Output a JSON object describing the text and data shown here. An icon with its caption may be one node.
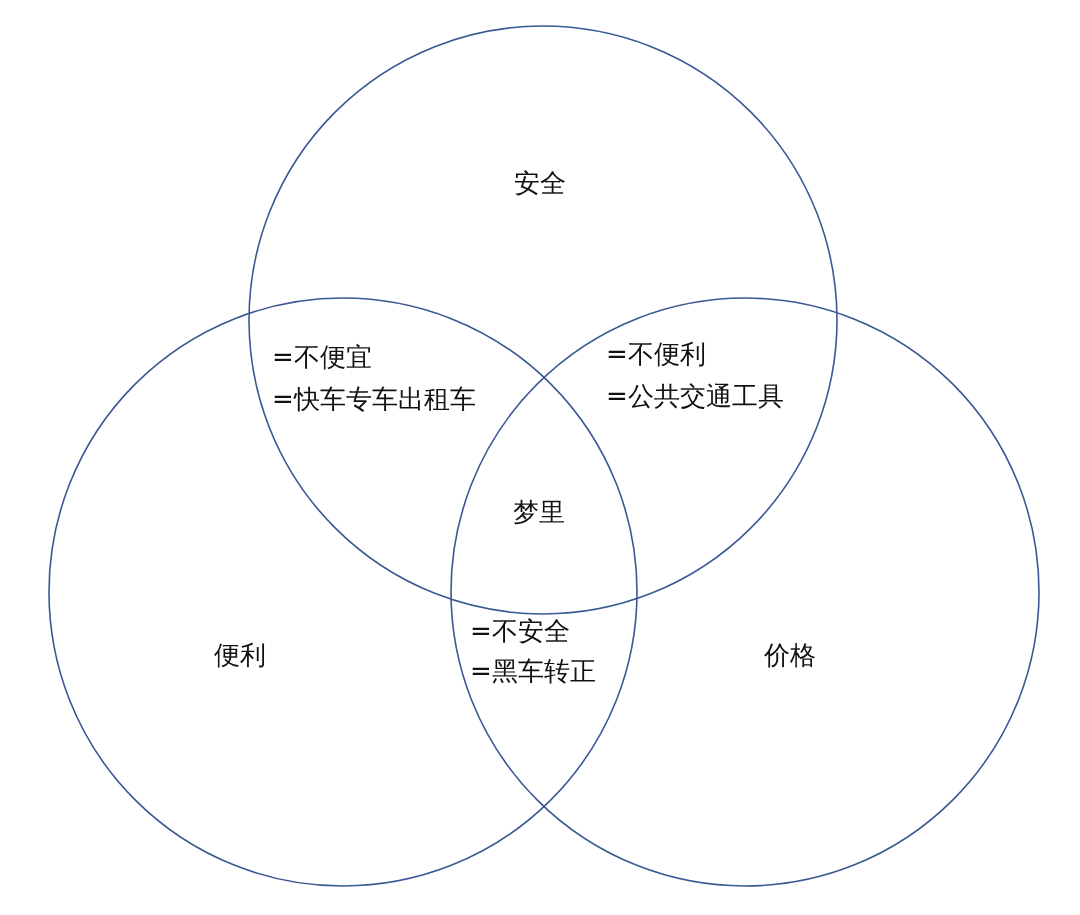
{
  "diagram": {
    "nodes": [
      {
        "text": [
          "安全"
        ]
      },
      {
        "text": [
          "便利"
        ]
      },
      {
        "text": [
          "价格"
        ]
      }
    ],
    "labels": [
      "=不便宜",
      "=快车专车出租车",
      "=不便利",
      "=公共交通工具",
      "梦里",
      "=不安全",
      "=黑车转正"
    ]
  }
}
